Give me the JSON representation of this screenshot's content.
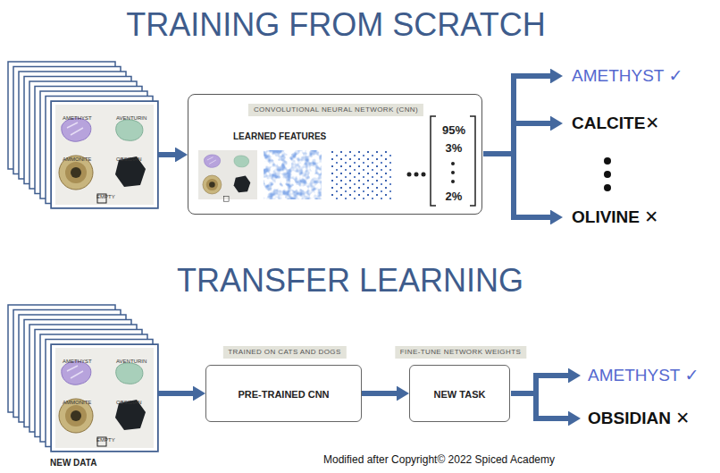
{
  "diagram": {
    "title": "TRAINING FROM SCRATCH",
    "caption": "Modified after Copyright© 2022 Spiced Academy",
    "nodes": [
      {
        "text": [
          "AMETHYST",
          "AVENTURIN",
          "AMMONITE",
          "OBSIDIAN",
          "EMPTY"
        ]
      },
      {
        "text": [
          "CONVOLUTIONAL NEURAL NETWORK (CNN)",
          "LEARNED FEATURES",
          "95%",
          "3%",
          "2%"
        ]
      },
      {
        "text": [
          "AMETHYST",
          "AVENTURIN",
          "AMMONITE",
          "OBSIDIAN",
          "EMPTY",
          "NEW DATA"
        ]
      },
      {
        "text": [
          "TRAINED ON CATS AND DOGS",
          "PRE-TRAINED CNN"
        ]
      },
      {
        "text": [
          "FINE-TUNE NETWORK WEIGHTS",
          "NEW TASK"
        ]
      }
    ],
    "edges": [
      {
        "from": 0,
        "to": 1,
        "arrow": "to"
      },
      {
        "from": 2,
        "to": 3,
        "arrow": "to"
      },
      {
        "from": 3,
        "to": 4,
        "arrow": "to"
      }
    ],
    "labels": [
      "AMETHYST ✓",
      "CALCITE✕",
      "OLIVINE ✕",
      "TRANSFER LEARNING",
      "AMETHYST ✓",
      "OBSIDIAN ✕"
    ]
  }
}
